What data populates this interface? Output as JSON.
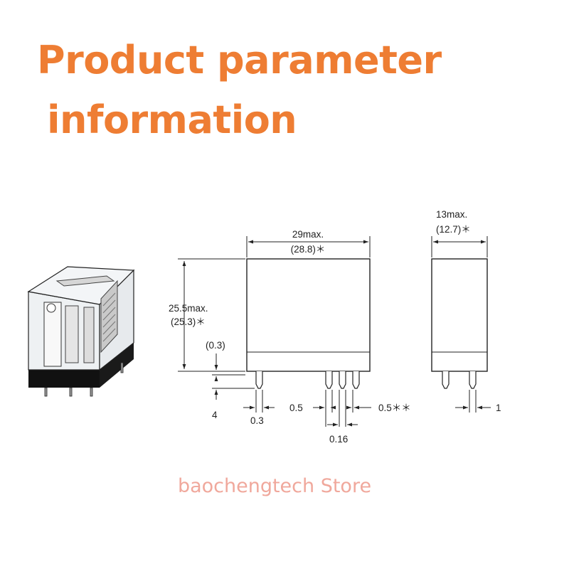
{
  "title": {
    "line1": "Product parameter",
    "line2": "information"
  },
  "store_name": "baochengtech Store",
  "colors": {
    "title": "#ee7d33",
    "store": "#f0a89c",
    "line": "#222222"
  },
  "front_view": {
    "width_label": "29max.",
    "width_alt_label": "(28.8)＊",
    "height_label": "25.5max.",
    "height_alt_label": "(25.3)＊",
    "base_gap_label": "(0.3)",
    "pin_length_label": "4",
    "pin_width_label": "0.3",
    "pin_gap_label_a": "0.5",
    "pin_gap_label_b": "0.5＊＊",
    "pin_spacing_label": "0.16"
  },
  "side_view": {
    "depth_label": "13max.",
    "depth_alt_label": "(12.7)＊",
    "pin_label": "1"
  }
}
